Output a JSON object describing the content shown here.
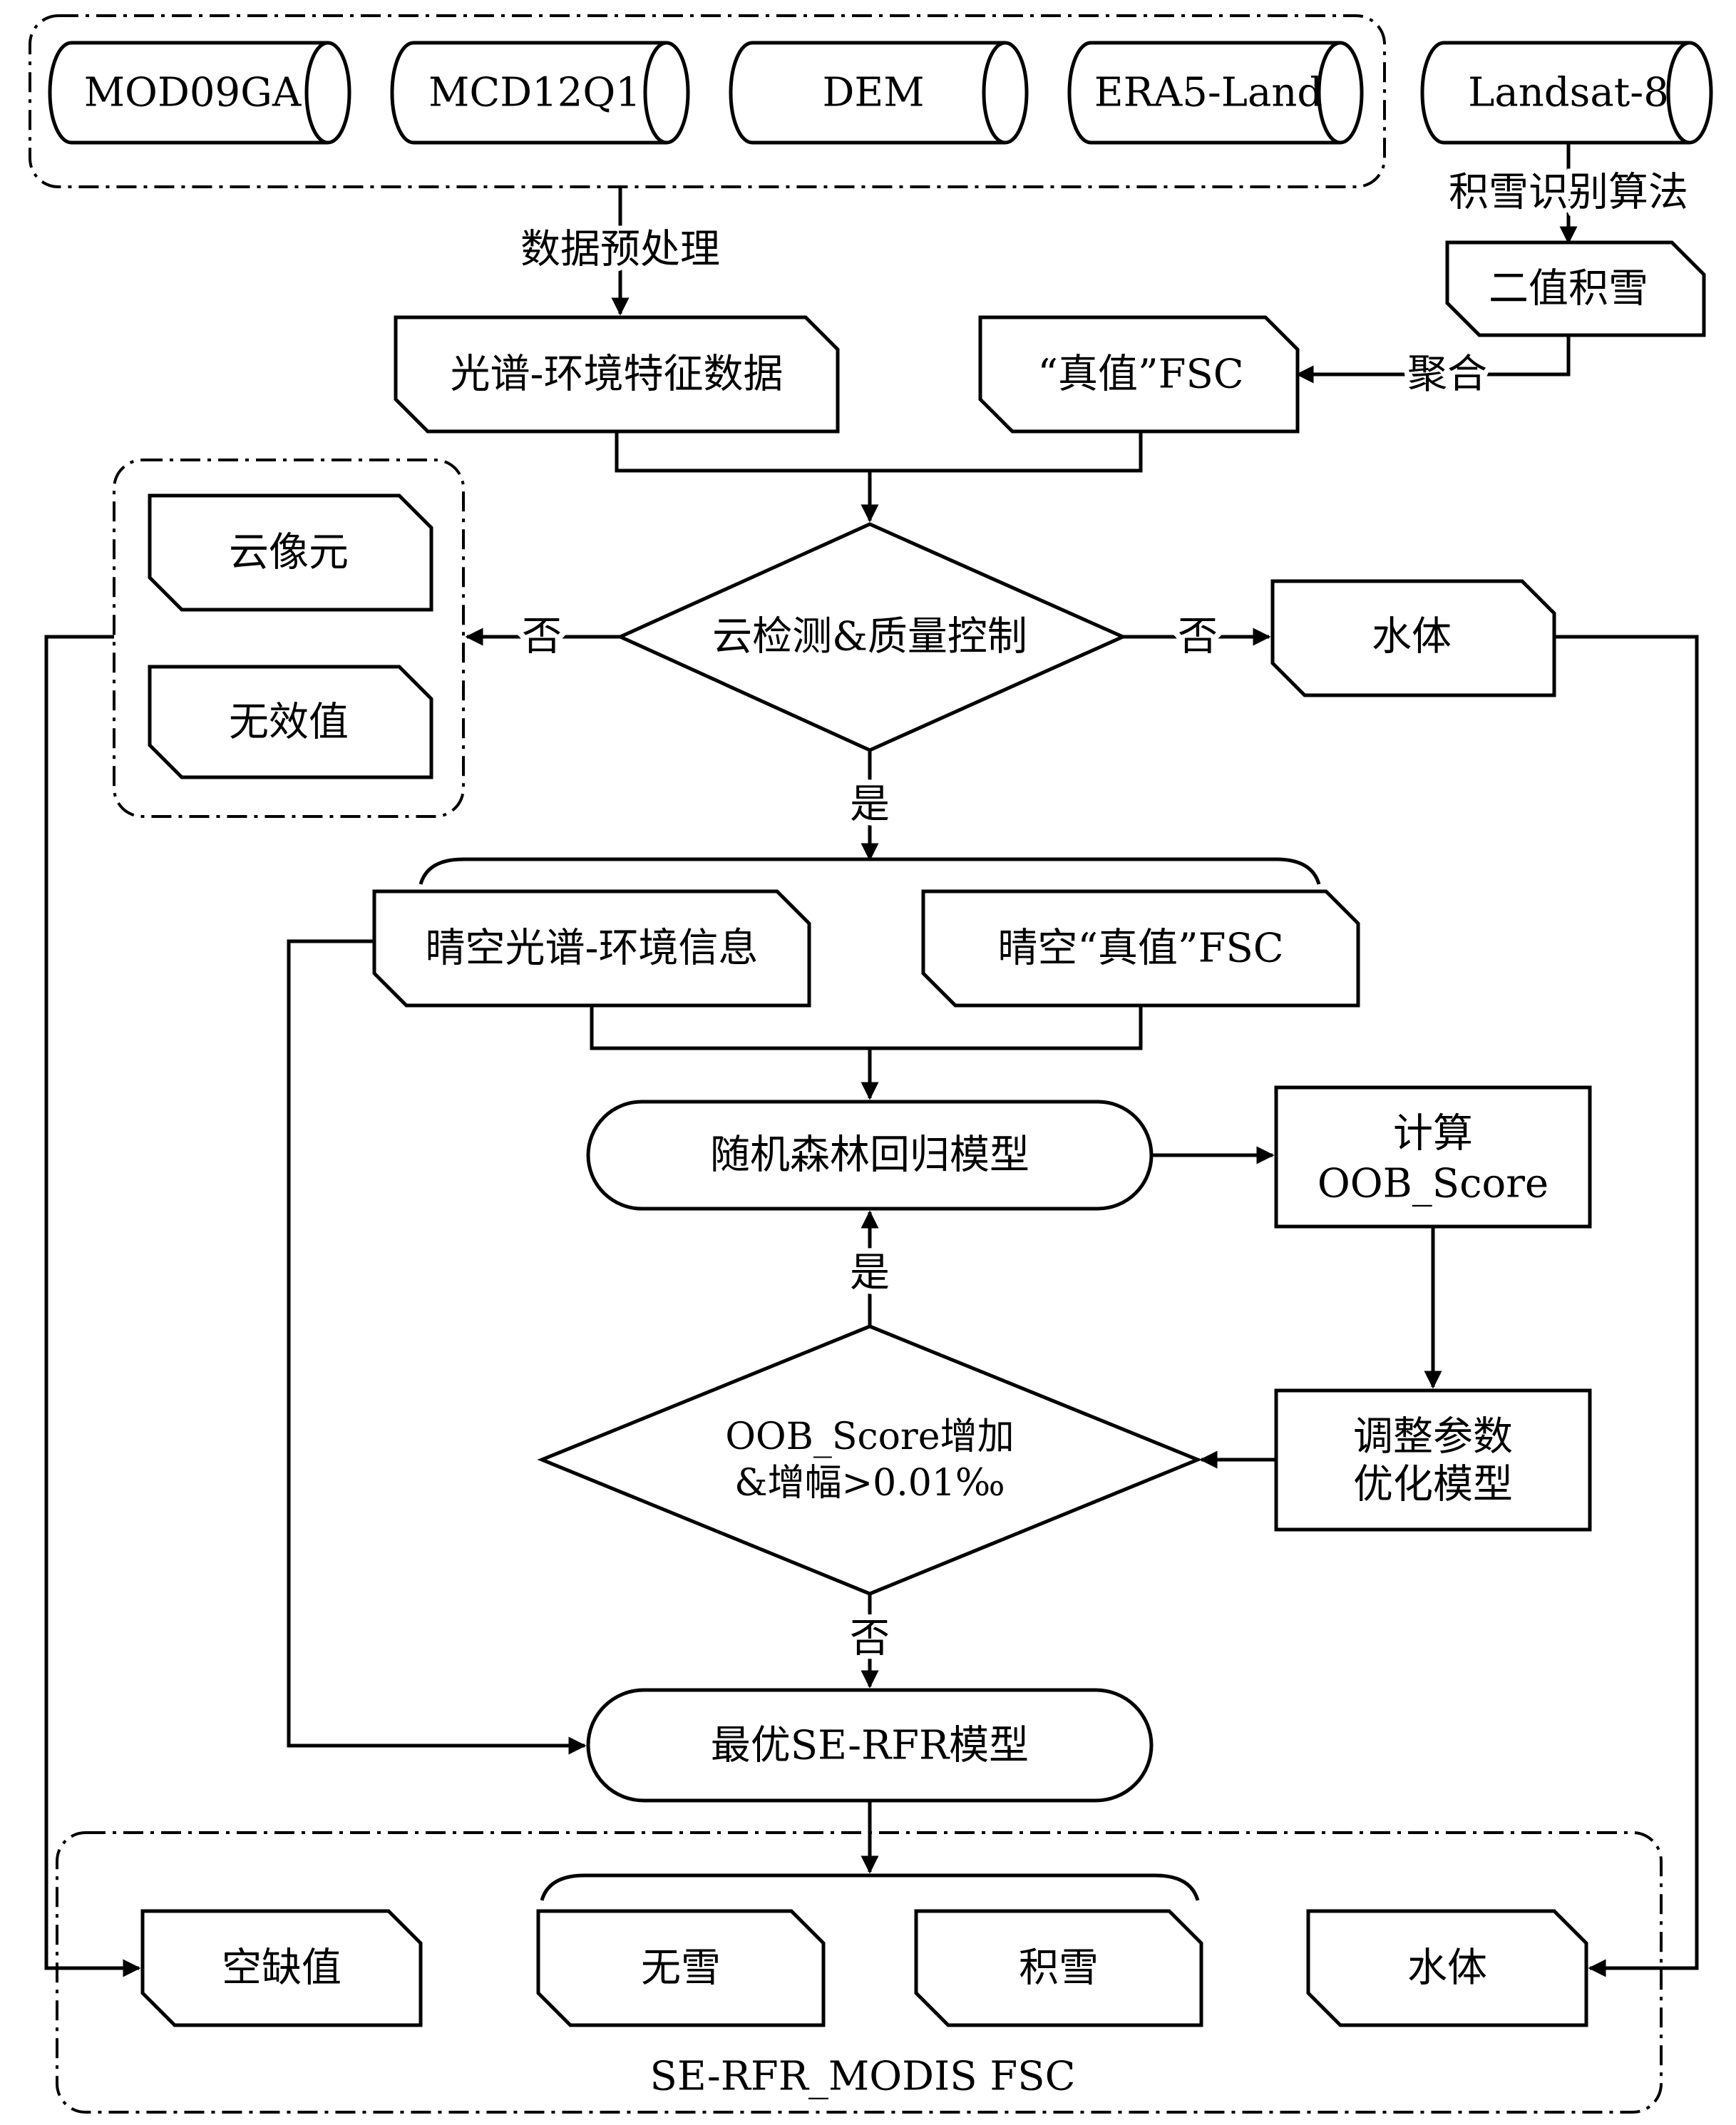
{
  "sources": {
    "mod09ga": "MOD09GA",
    "mcd12q1": "MCD12Q1",
    "dem": "DEM",
    "era5": "ERA5-Land",
    "landsat": "Landsat-8"
  },
  "steps": {
    "preprocess": "数据预处理",
    "snow_algo": "积雪识别算法",
    "binary_snow": "二值积雪",
    "aggregate": "聚合",
    "spectral_env": "光谱-环境特征数据",
    "true_fsc": "“真值”FSC",
    "cloud_qc": "云检测&质量控制",
    "cloud_pixel": "云像元",
    "invalid": "无效值",
    "water": "水体",
    "no": "否",
    "yes": "是",
    "clear_spectral": "晴空光谱-环境信息",
    "clear_true_fsc": "晴空“真值”FSC",
    "rf_model": "随机森林回归模型",
    "calc_line1": "计算",
    "calc_line2": "OOB_Score",
    "condition_line1": "OOB_Score增加",
    "condition_line2": "&增幅>0.01‰",
    "adjust_line1": "调整参数",
    "adjust_line2": "优化模型",
    "best_model": "最优SE-RFR模型"
  },
  "outputs": {
    "gap": "空缺值",
    "no_snow": "无雪",
    "snow": "积雪",
    "water": "水体",
    "product": "SE-RFR_MODIS FSC"
  }
}
